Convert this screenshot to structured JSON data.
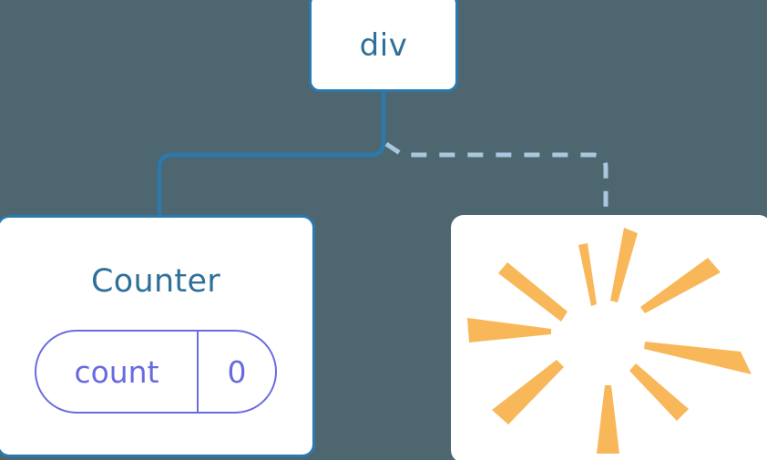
{
  "diagram": {
    "type": "component-tree",
    "background_color": "#4d6670",
    "node_fill": "#ffffff",
    "edge_solid_color": "#2a7ab0",
    "edge_dashed_color": "#a9c8dd",
    "accent_blue": "#2e7099",
    "accent_purple": "#6a6ae0",
    "accent_orange": "#f8b85a",
    "nodes": {
      "root": {
        "label": "div",
        "border_color": "#2a7ab0"
      },
      "counter": {
        "label": "Counter",
        "border_color": "#2a7ab0",
        "state": {
          "key": "count",
          "value": "0"
        }
      },
      "render": {
        "label": "",
        "icon": "sparkle-burst",
        "ray_count": 10,
        "ray_color": "#f8b85a"
      }
    },
    "edges": [
      {
        "from": "root",
        "to": "counter",
        "style": "solid",
        "color": "#2a7ab0"
      },
      {
        "from": "root",
        "to": "render",
        "style": "dashed",
        "color": "#a9c8dd"
      }
    ]
  }
}
